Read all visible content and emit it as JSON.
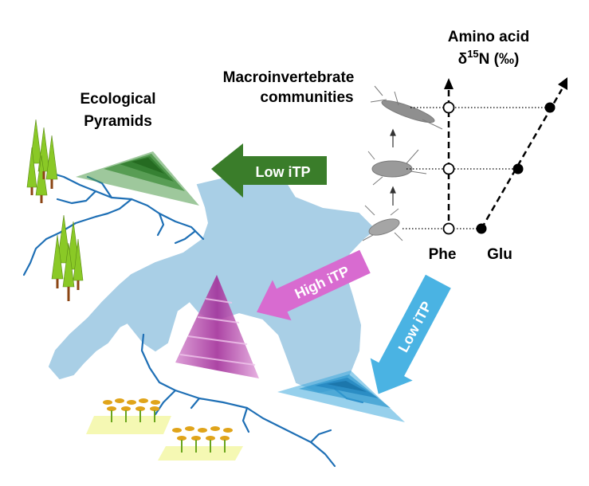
{
  "labels": {
    "ecological_pyramids_line1": "Ecological",
    "ecological_pyramids_line2": "Pyramids",
    "macroinvertebrate_line1": "Macroinvertebrate",
    "macroinvertebrate_line2": "communities",
    "amino_acid_line1": "Amino acid",
    "amino_acid_delta": "δ",
    "amino_acid_sup": "15",
    "amino_acid_unit": "N (‰)",
    "phe": "Phe",
    "glu": "Glu"
  },
  "arrows": [
    {
      "text": "Low iTP",
      "color": "#3a7d2a"
    },
    {
      "text": "High iTP",
      "color": "#d86bd0"
    },
    {
      "text": "Low iTP",
      "color": "#4ab3e3"
    }
  ],
  "colors": {
    "lake": "#a9cfe6",
    "river": "#1e6fb5",
    "tree_foliage": "#8ac926",
    "tree_trunk": "#8b4513",
    "pyramid_green": "#4f9a4a",
    "pyramid_magenta": "#b13aa8",
    "pyramid_blue": "#3fa9dc"
  },
  "icons": [
    "tree-icon",
    "crop-field-icon",
    "macroinvertebrate-icon"
  ]
}
